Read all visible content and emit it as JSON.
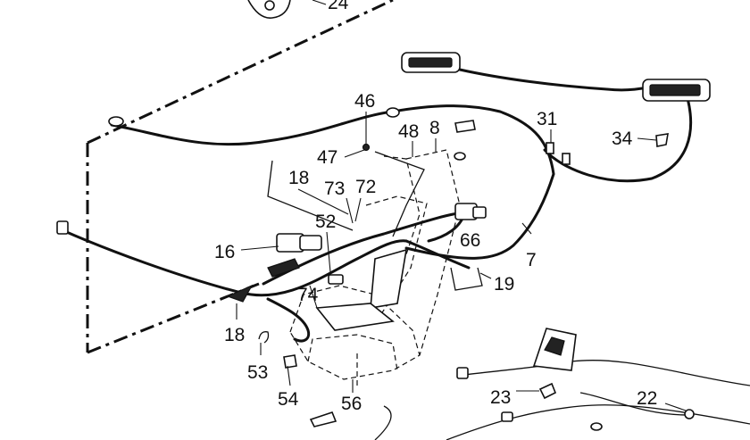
{
  "diagram": {
    "callouts": [
      {
        "id": "24",
        "text": "24"
      },
      {
        "id": "46",
        "text": "46"
      },
      {
        "id": "8",
        "text": "8"
      },
      {
        "id": "48",
        "text": "48"
      },
      {
        "id": "31",
        "text": "31"
      },
      {
        "id": "34",
        "text": "34"
      },
      {
        "id": "47",
        "text": "47"
      },
      {
        "id": "18a",
        "text": "18"
      },
      {
        "id": "73",
        "text": "73"
      },
      {
        "id": "72",
        "text": "72"
      },
      {
        "id": "52",
        "text": "52"
      },
      {
        "id": "16",
        "text": "16"
      },
      {
        "id": "66",
        "text": "66"
      },
      {
        "id": "7",
        "text": "7"
      },
      {
        "id": "19",
        "text": "19"
      },
      {
        "id": "74",
        "text": "74"
      },
      {
        "id": "18b",
        "text": "18"
      },
      {
        "id": "53",
        "text": "53"
      },
      {
        "id": "54",
        "text": "54"
      },
      {
        "id": "56",
        "text": "56"
      },
      {
        "id": "23",
        "text": "23"
      },
      {
        "id": "22",
        "text": "22"
      }
    ]
  }
}
